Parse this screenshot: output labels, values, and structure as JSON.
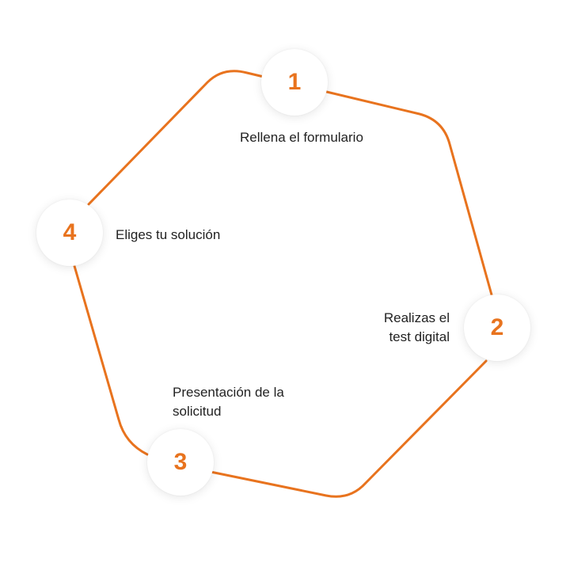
{
  "diagram": {
    "accent_color": "#E8731E",
    "steps": [
      {
        "number": "1",
        "label": "Rellena el formulario"
      },
      {
        "number": "2",
        "label": "Realizas el\ntest digital"
      },
      {
        "number": "3",
        "label": "Presentación de la\nsolicitud"
      },
      {
        "number": "4",
        "label": "Eliges tu solución"
      }
    ]
  }
}
